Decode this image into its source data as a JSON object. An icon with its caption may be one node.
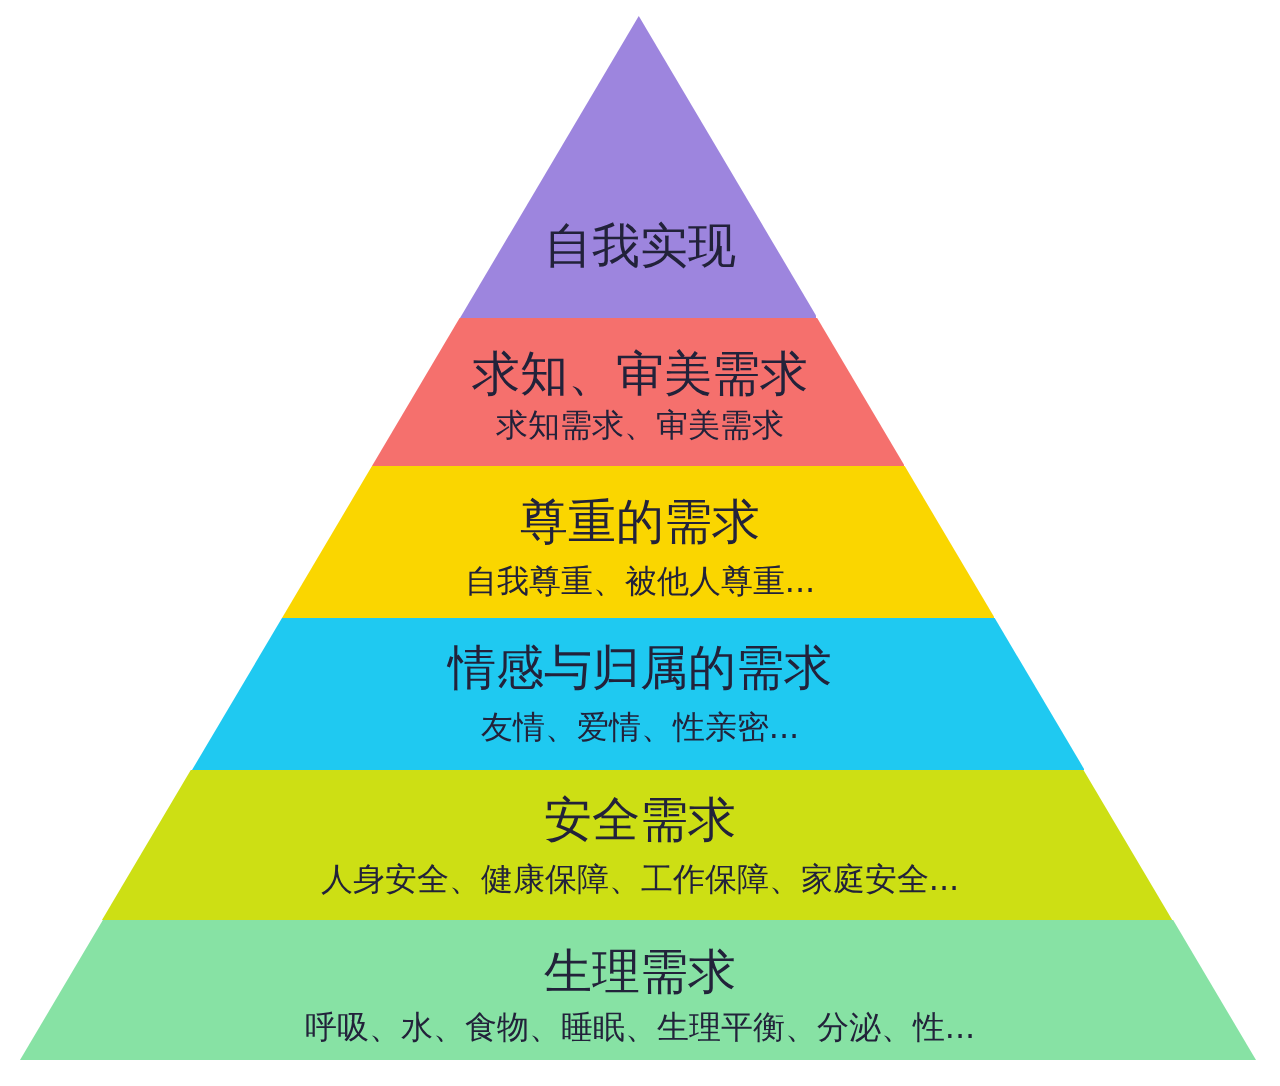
{
  "diagram": {
    "nodes": [
      {
        "text": [
          "自我实现"
        ]
      },
      {
        "text": [
          "求知、审美需求",
          "求知需求、审美需求"
        ]
      },
      {
        "text": [
          "尊重的需求",
          "自我尊重、被他人尊重..."
        ]
      },
      {
        "text": [
          "情感与归属的需求",
          "友情、爱情、性亲密..."
        ]
      },
      {
        "text": [
          "安全需求",
          "人身安全、健康保障、工作保障、家庭安全..."
        ]
      },
      {
        "text": [
          "生理需求",
          "呼吸、水、食物、睡眠、生理平衡、分泌、性..."
        ]
      }
    ]
  }
}
